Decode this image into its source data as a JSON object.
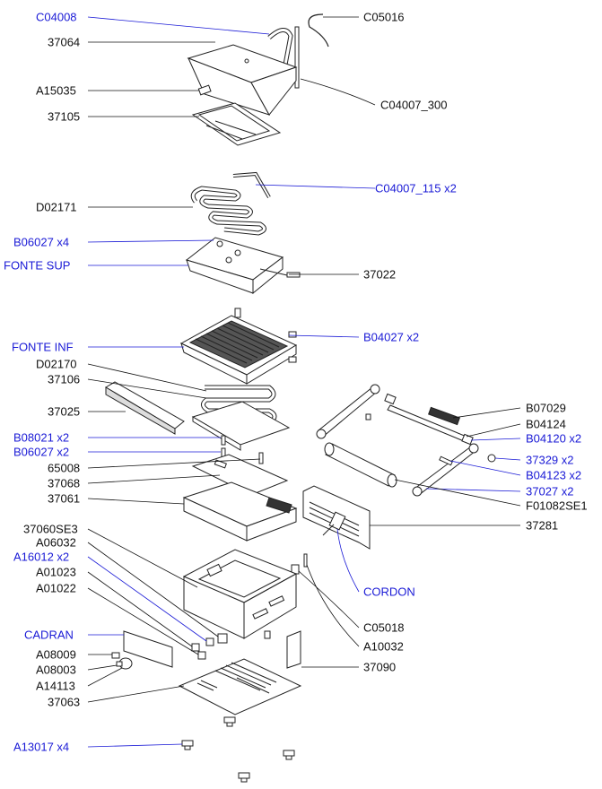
{
  "colors": {
    "black_label": "#111111",
    "blue_label": "#1a1ad6",
    "black_line": "#111111",
    "blue_line": "#1a1ad6"
  },
  "labels_left": [
    {
      "id": "c04008",
      "text": "C04008",
      "blue": true
    },
    {
      "id": "37064",
      "text": "37064",
      "blue": false
    },
    {
      "id": "a15035",
      "text": "A15035",
      "blue": false
    },
    {
      "id": "37105",
      "text": "37105",
      "blue": false
    },
    {
      "id": "d02171",
      "text": "D02171",
      "blue": false
    },
    {
      "id": "b06027-x4",
      "text": "B06027  x4",
      "blue": true
    },
    {
      "id": "fonte-sup",
      "text": "FONTE SUP",
      "blue": true
    },
    {
      "id": "fonte-inf",
      "text": "FONTE INF",
      "blue": true
    },
    {
      "id": "d02170",
      "text": "D02170",
      "blue": false
    },
    {
      "id": "37106",
      "text": "37106",
      "blue": false
    },
    {
      "id": "37025",
      "text": "37025",
      "blue": false
    },
    {
      "id": "b08021-x2",
      "text": "B08021  x2",
      "blue": true
    },
    {
      "id": "b06027-x2",
      "text": "B06027  x2",
      "blue": true
    },
    {
      "id": "65008",
      "text": "65008",
      "blue": false
    },
    {
      "id": "37068",
      "text": "37068",
      "blue": false
    },
    {
      "id": "37061",
      "text": "37061",
      "blue": false
    },
    {
      "id": "37060se3",
      "text": "37060SE3",
      "blue": false
    },
    {
      "id": "a06032",
      "text": "A06032",
      "blue": false
    },
    {
      "id": "a16012-x2",
      "text": "A16012  x2",
      "blue": true
    },
    {
      "id": "a01023",
      "text": "A01023",
      "blue": false
    },
    {
      "id": "a01022",
      "text": "A01022",
      "blue": false
    },
    {
      "id": "cadran",
      "text": "CADRAN",
      "blue": true
    },
    {
      "id": "a08009",
      "text": "A08009",
      "blue": false
    },
    {
      "id": "a08003",
      "text": "A08003",
      "blue": false
    },
    {
      "id": "a14113",
      "text": "A14113",
      "blue": false
    },
    {
      "id": "37063",
      "text": "37063",
      "blue": false
    },
    {
      "id": "a13017-x4",
      "text": "A13017  x4",
      "blue": true
    }
  ],
  "labels_right": [
    {
      "id": "c05016",
      "text": "C05016",
      "blue": false
    },
    {
      "id": "c04007-300",
      "text": "C04007_300",
      "blue": false
    },
    {
      "id": "c04007-115-x2",
      "text": "C04007_115  x2",
      "blue": true
    },
    {
      "id": "37022",
      "text": "37022",
      "blue": false
    },
    {
      "id": "b04027-x2",
      "text": "B04027  x2",
      "blue": true
    },
    {
      "id": "b07029",
      "text": "B07029",
      "blue": false
    },
    {
      "id": "b04124",
      "text": "B04124",
      "blue": false
    },
    {
      "id": "b04120-x2",
      "text": "B04120  x2",
      "blue": true
    },
    {
      "id": "37329-x2",
      "text": "37329  x2",
      "blue": true
    },
    {
      "id": "b04123-x2",
      "text": "B04123  x2",
      "blue": true
    },
    {
      "id": "37027-x2",
      "text": "37027  x2",
      "blue": true
    },
    {
      "id": "f01082se1",
      "text": "F01082SE1",
      "blue": false
    },
    {
      "id": "37281",
      "text": "37281",
      "blue": false
    },
    {
      "id": "cordon",
      "text": "CORDON",
      "blue": true
    },
    {
      "id": "c05018",
      "text": "C05018",
      "blue": false
    },
    {
      "id": "a10032",
      "text": "A10032",
      "blue": false
    },
    {
      "id": "37090",
      "text": "37090",
      "blue": false
    }
  ]
}
